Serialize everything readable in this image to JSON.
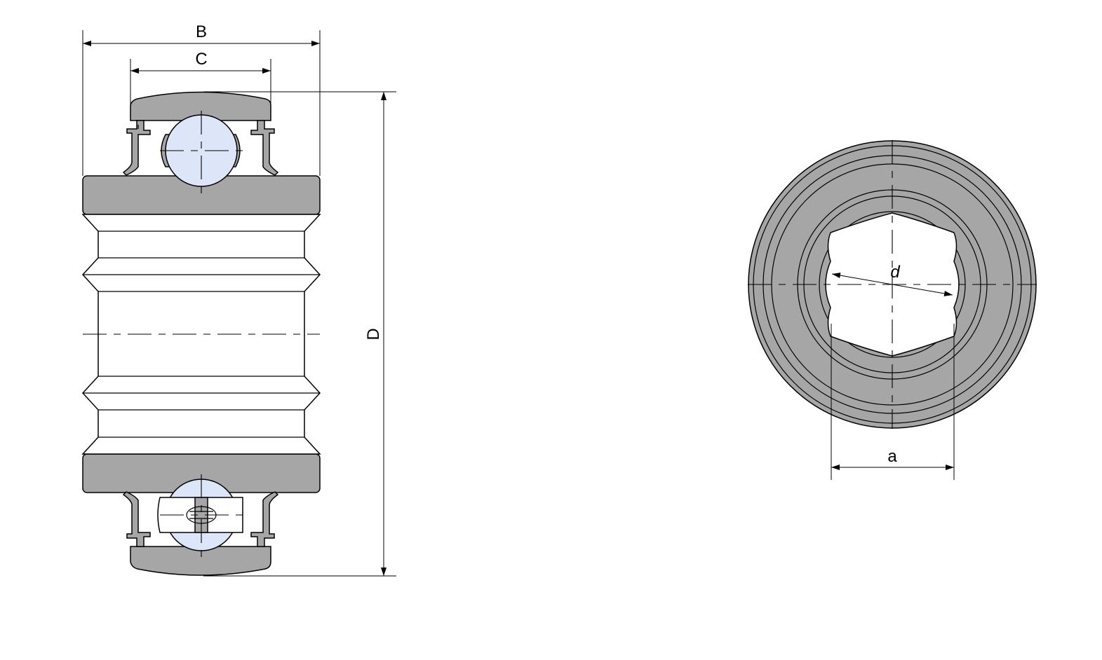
{
  "colors": {
    "steel": "#a6a6a6",
    "ball": "#dde6f8",
    "line": "#000000",
    "background": "#ffffff"
  },
  "dimensions": {
    "width_outer": "B",
    "width_inner": "C",
    "diameter_outer": "D",
    "bore": "d",
    "hex_across_flats": "a"
  }
}
